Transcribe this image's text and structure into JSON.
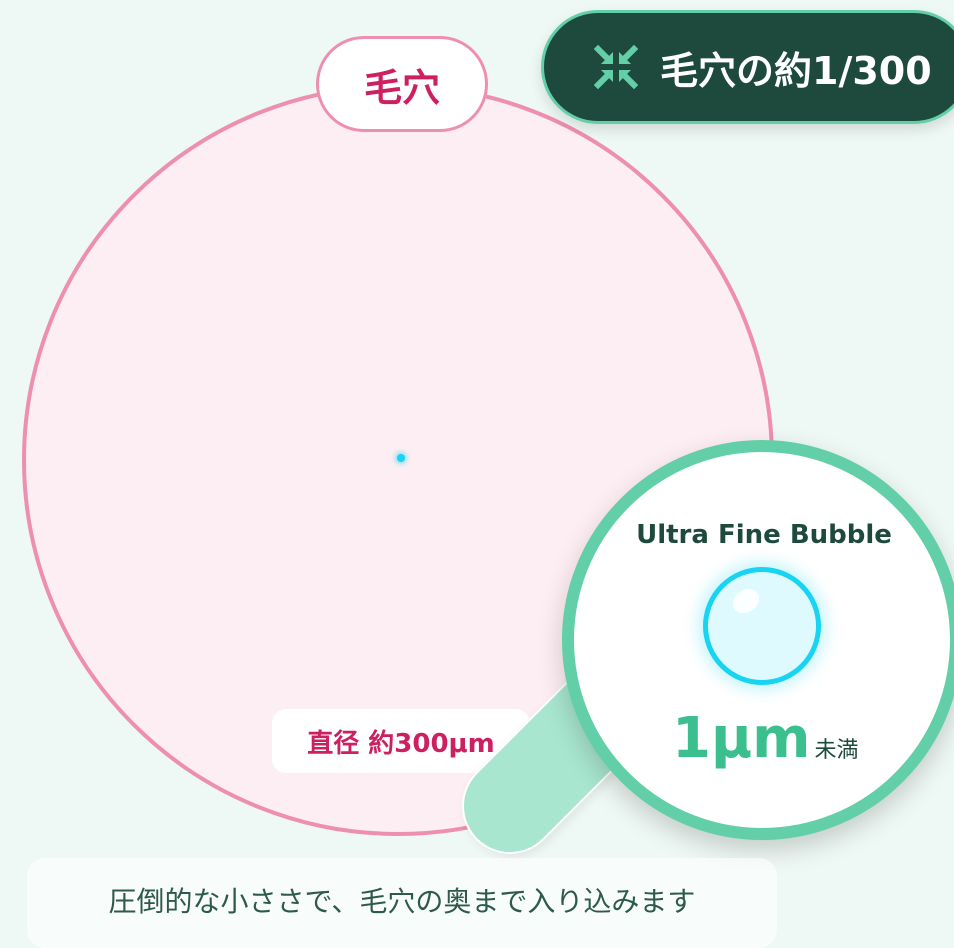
{
  "pore": {
    "label": "毛穴",
    "diameter_label": "直径 約300μm"
  },
  "ratio_badge": {
    "icon": "compress-arrows-icon",
    "text": "毛穴の約1/300"
  },
  "magnifier": {
    "title": "Ultra Fine Bubble",
    "size_value": "1μm",
    "size_suffix": "未満"
  },
  "caption": "圧倒的な小ささで、毛穴の奥まで入り込みます",
  "colors": {
    "pore_pink": "#ee8fb0",
    "pore_text": "#cc2060",
    "green_accent": "#62cfa8",
    "dark_green": "#1d4a3d",
    "bubble_cyan": "#16d4f2"
  }
}
